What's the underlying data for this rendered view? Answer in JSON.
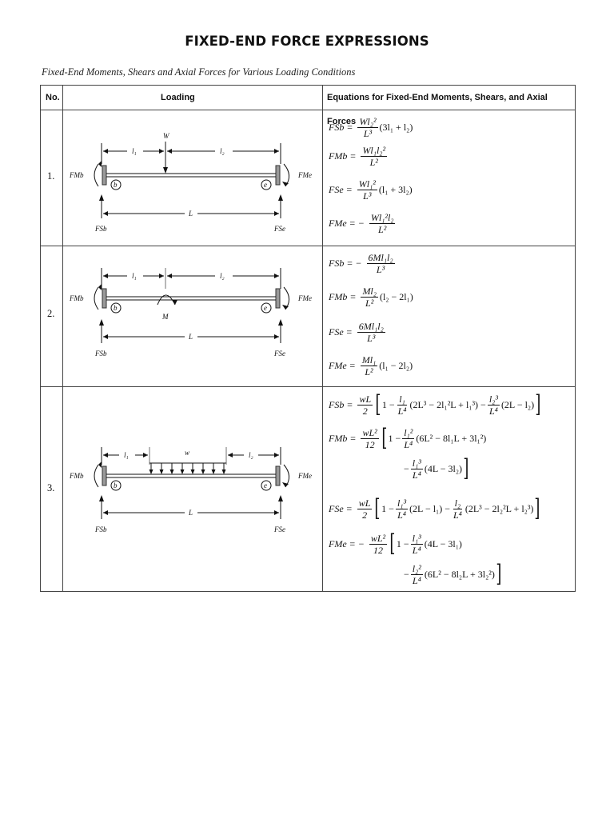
{
  "title": "FIXED-END FORCE EXPRESSIONS",
  "caption": "Fixed-End Moments, Shears and Axial Forces for Various Loading Conditions",
  "headers": {
    "no": "No.",
    "loading": "Loading",
    "equations": "Equations for Fixed-End Moments, Shears, and Axial Forces"
  },
  "rows": [
    {
      "number": "1.",
      "diagram": {
        "load": "W",
        "l1": "l₁",
        "l2": "l₂",
        "span": "L",
        "fmb": "FMb",
        "fme": "FMe",
        "fsb": "FSb",
        "fse": "FSe",
        "b": "b",
        "e": "e"
      },
      "equations": [
        {
          "lhs": "FSb =",
          "num": "Wl₂²",
          "den": "L³",
          "rest": "(3l₁ + l₂)"
        },
        {
          "lhs": "FMb =",
          "num": "Wl₁l₂²",
          "den": "L²",
          "rest": ""
        },
        {
          "lhs": "FSe =",
          "num": "Wl₁²",
          "den": "L³",
          "rest": "(l₁ + 3l₂)"
        },
        {
          "lhs": "FMe = −",
          "num": "Wl₁²l₂",
          "den": "L²",
          "rest": ""
        }
      ]
    },
    {
      "number": "2.",
      "diagram": {
        "load": "M",
        "l1": "l₁",
        "l2": "l₂",
        "span": "L",
        "fmb": "FMb",
        "fme": "FMe",
        "fsb": "FSb",
        "fse": "FSe",
        "b": "b",
        "e": "e"
      },
      "equations": [
        {
          "lhs": "FSb = −",
          "num": "6Ml₁l₂",
          "den": "L³",
          "rest": ""
        },
        {
          "lhs": "FMb =",
          "num": "Ml₂",
          "den": "L²",
          "rest": "(l₂ − 2l₁)"
        },
        {
          "lhs": "FSe =",
          "num": "6Ml₁l₂",
          "den": "L³",
          "rest": ""
        },
        {
          "lhs": "FMe =",
          "num": "Ml₁",
          "den": "L²",
          "rest": "(l₁ − 2l₂)"
        }
      ]
    },
    {
      "number": "3.",
      "diagram": {
        "load": "w",
        "l1": "l₁",
        "l2": "l₂",
        "span": "L",
        "fmb": "FMb",
        "fme": "FMe",
        "fsb": "FSb",
        "fse": "FSe",
        "b": "b",
        "e": "e"
      },
      "equations": [
        {
          "lhs": "FSb =",
          "num": "wL",
          "den": "2",
          "open": "[",
          "a": "1 −",
          "f1n": "l₁",
          "f1d": "L⁴",
          "t1": "(2L³ − 2l₁²L + l₁³) −",
          "f2n": "l₂³",
          "f2d": "L⁴",
          "t2": "(2L − l₂)",
          "close": "]"
        },
        {
          "lhs": "FMb =",
          "num": "wL²",
          "den": "12",
          "open": "[",
          "a": "1 −",
          "f1n": "l₁²",
          "f1d": "L⁴",
          "t1": "(6L² − 8l₁L + 3l₁²)"
        },
        {
          "cont": "−",
          "f2n": "l₁³",
          "f2d": "L⁴",
          "t2": "(4L − 3l₂)",
          "close": "]"
        },
        {
          "lhs": "FSe =",
          "num": "wL",
          "den": "2",
          "open": "[",
          "a": "1 −",
          "f1n": "l₁³",
          "f1d": "L⁴",
          "t1": "(2L − l₁) −",
          "f2n": "l₂",
          "f2d": "L⁴",
          "t2": "(2L³ − 2l₂²L + l₂³)",
          "close": "]"
        },
        {
          "lhs": "FMe = −",
          "num": "wL²",
          "den": "12",
          "open": "[",
          "a": "1 −",
          "f1n": "l₁³",
          "f1d": "L⁴",
          "t1": "(4L − 3l₁)"
        },
        {
          "cont": "−",
          "f2n": "l₂²",
          "f2d": "L⁴",
          "t2": "(6L² − 8l₂L + 3l₂²)",
          "close": "]"
        }
      ]
    }
  ]
}
